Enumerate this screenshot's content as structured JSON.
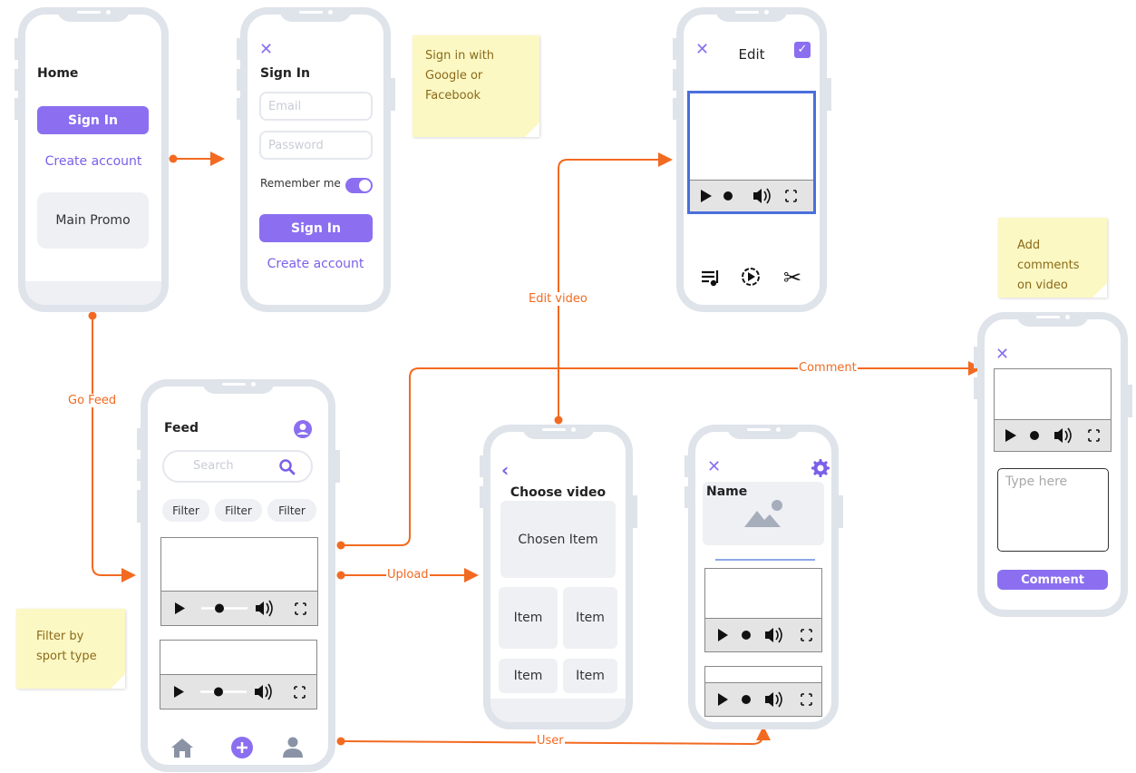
{
  "home": {
    "title": "Home",
    "signin_btn": "Sign In",
    "create_link": "Create account",
    "promo": "Main Promo"
  },
  "signin": {
    "title": "Sign In",
    "email_placeholder": "Email",
    "password_placeholder": "Password",
    "remember": "Remember me",
    "signin_btn": "Sign In",
    "create_link": "Create account"
  },
  "edit": {
    "title": "Edit"
  },
  "feed": {
    "title": "Feed",
    "search_placeholder": "Search",
    "filters": [
      "Filter",
      "Filter",
      "Filter"
    ]
  },
  "choose": {
    "title": "Choose video",
    "chosen": "Chosen Item",
    "items": [
      "Item",
      "Item",
      "Item",
      "Item"
    ]
  },
  "user": {
    "name": "Name"
  },
  "comment_screen": {
    "placeholder": "Type here",
    "comment_btn": "Comment"
  },
  "notes": {
    "signin_note": [
      "Sign in with",
      "Google or",
      "Facebook"
    ],
    "comment_note": [
      "Add",
      "comments",
      "on video"
    ],
    "filter_note": [
      "Filter by",
      "sport type"
    ]
  },
  "connectors": {
    "go_feed": "Go Feed",
    "edit_video": "Edit video",
    "comment": "Comment",
    "upload": "Upload",
    "user": "User"
  },
  "colors": {
    "accent": "#8b6ff0",
    "connector": "#f26a21",
    "phone_frame": "#dfe3ea",
    "note": "#fbf8c4"
  }
}
